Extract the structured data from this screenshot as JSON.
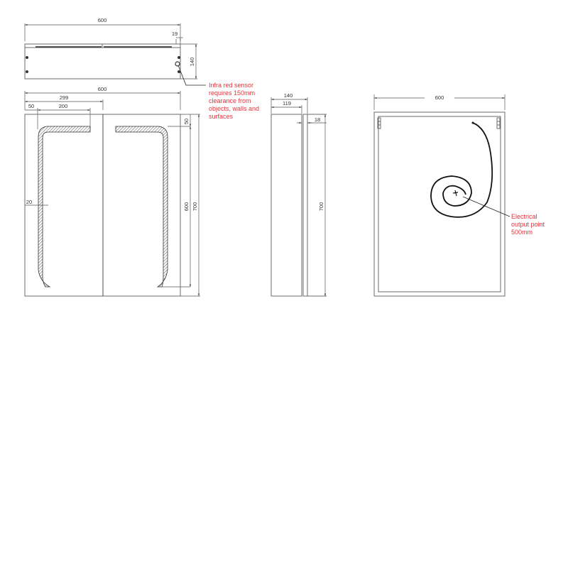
{
  "drawing": {
    "top_view": {
      "width_dim": "600",
      "door_offset_dim": "19",
      "depth_dim": "140"
    },
    "front_view": {
      "overall_width_dim": "600",
      "door_width_dim": "299",
      "led_offset_dim": "50",
      "led_length_dim": "200",
      "led_width_dim": "20",
      "led_top_offset_dim": "50",
      "led_height_dim": "600",
      "overall_height_dim": "700"
    },
    "side_view": {
      "overall_depth_dim": "140",
      "body_depth_dim": "119",
      "door_thickness_dim": "18",
      "height_dim": "700"
    },
    "rear_view": {
      "width_dim": "600"
    },
    "annotations": {
      "sensor_note": [
        "Infra red sensor",
        "requires 150mm",
        "clearance from",
        "objects, walls and",
        "surfaces"
      ],
      "electrical_note": [
        "Electrical",
        "output point",
        "500mm"
      ]
    },
    "colors": {
      "line": "#6b6b6b",
      "annotation": "#e8313a"
    }
  }
}
